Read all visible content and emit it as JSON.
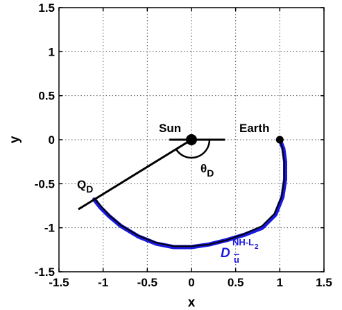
{
  "chart_data": {
    "type": "line",
    "title": "",
    "xlabel": "x",
    "ylabel": "y",
    "xlim": [
      -1.5,
      1.5
    ],
    "ylim": [
      -1.5,
      1.5
    ],
    "xticks": [
      -1.5,
      -1,
      -0.5,
      0,
      0.5,
      1,
      1.5
    ],
    "yticks": [
      -1.5,
      -1,
      -0.5,
      0,
      0.5,
      1,
      1.5
    ],
    "xtick_labels": [
      "-1.5",
      "-1",
      "-0.5",
      "0",
      "0.5",
      "1",
      "1.5"
    ],
    "ytick_labels": [
      "-1.5",
      "-1",
      "-0.5",
      "0",
      "0.5",
      "1",
      "1.5"
    ],
    "grid": true,
    "series": [
      {
        "color": "#1a1adf",
        "x": [
          1.0,
          1.04,
          1.06,
          1.06,
          1.03,
          0.95,
          0.8,
          0.6,
          0.4,
          0.2,
          0.0,
          -0.2,
          -0.4,
          -0.6,
          -0.8,
          -0.93,
          -1.03,
          -1.1
        ],
        "y": [
          0.0,
          -0.1,
          -0.25,
          -0.45,
          -0.65,
          -0.85,
          -1.0,
          -1.08,
          -1.14,
          -1.19,
          -1.22,
          -1.22,
          -1.18,
          -1.1,
          -0.98,
          -0.87,
          -0.77,
          -0.68
        ]
      },
      {
        "color": "#000000",
        "x": [
          1.0,
          1.03,
          1.05,
          1.05,
          1.02,
          0.94,
          0.8,
          0.6,
          0.4,
          0.2,
          0.0,
          -0.2,
          -0.4,
          -0.6,
          -0.8,
          -0.93,
          -1.02,
          -1.08
        ],
        "y": [
          0.0,
          -0.1,
          -0.25,
          -0.45,
          -0.65,
          -0.84,
          -0.98,
          -1.07,
          -1.14,
          -1.19,
          -1.21,
          -1.21,
          -1.17,
          -1.09,
          -0.97,
          -0.86,
          -0.76,
          -0.69
        ]
      }
    ],
    "reference_lines": [
      {
        "name": "horizontal-reference-line",
        "x": [
          -0.25,
          0.38
        ],
        "y": [
          0,
          0
        ]
      },
      {
        "name": "q-d-line",
        "x": [
          0,
          -1.28
        ],
        "y": [
          0,
          -0.79
        ]
      }
    ],
    "points": [
      {
        "name": "sun",
        "label": "Sun",
        "x": 0,
        "y": 0
      },
      {
        "name": "earth",
        "label": "Earth",
        "x": 1.0,
        "y": 0
      }
    ],
    "annotations": {
      "theta_main": "θ",
      "theta_sub": "D",
      "q_main": "Q",
      "q_sub": "D",
      "d_main": "D",
      "d_sub": "u",
      "d_sup": "NH-L",
      "d_sup_sub": "2"
    },
    "colors": {
      "highlight": "#1a1adf",
      "line": "#000000"
    }
  }
}
